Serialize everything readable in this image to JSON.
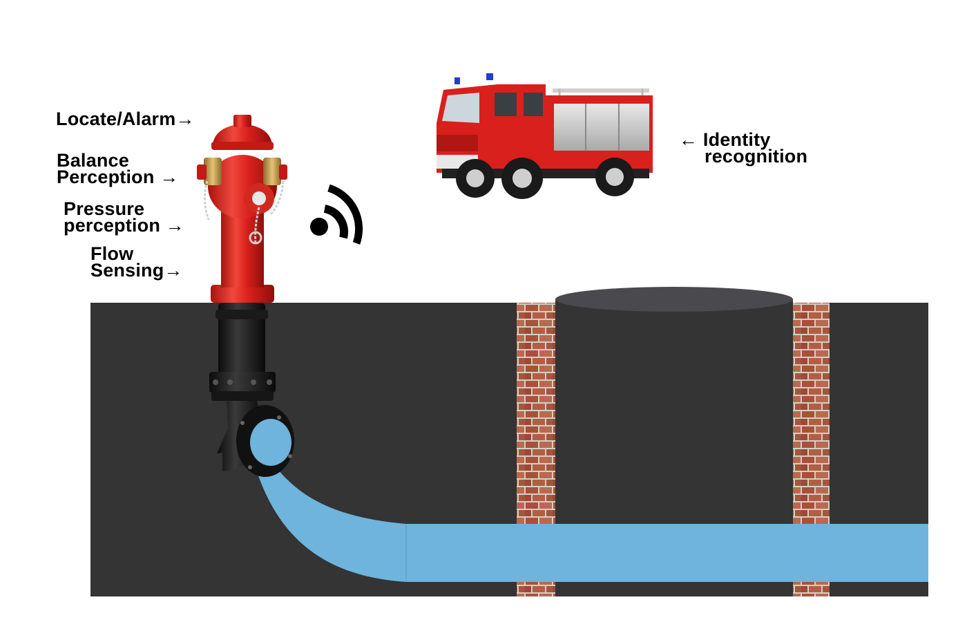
{
  "labels": {
    "locate_alarm": "Locate/Alarm→",
    "balance_line1": "Balance",
    "balance_line2": "Perception →",
    "pressure_line1": "Pressure",
    "pressure_line2": "perception →",
    "flow_line1": "Flow",
    "flow_line2": "Sensing→",
    "identity_line1": "← Identity",
    "identity_line2": "recognition"
  },
  "colors": {
    "ground": "#333433",
    "water_pipe": "#6eb4dc",
    "hydrant_red": "#d9201c",
    "tank": "#333433",
    "tank_lid": "#4a4a4e",
    "brick": "#a9543e",
    "mortar": "#d8d0c6"
  },
  "icons": {
    "hydrant": "fire-hydrant-icon",
    "wireless": "wireless-signal-icon",
    "truck": "fire-truck-icon"
  }
}
